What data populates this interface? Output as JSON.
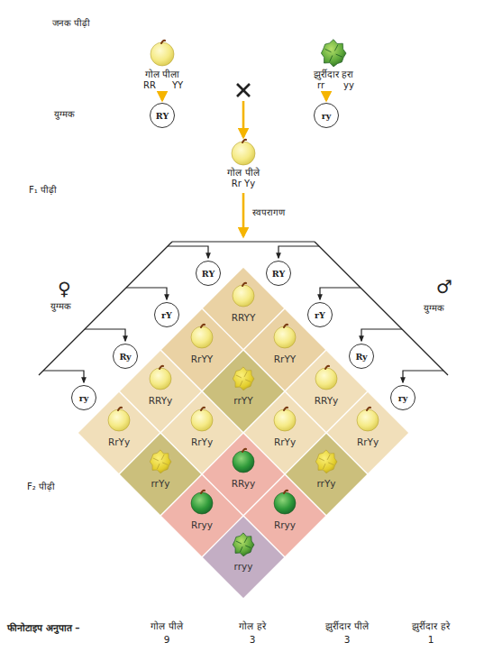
{
  "diagram": {
    "nodes": [
      {
        "text": [
          "RY"
        ]
      },
      {
        "text": [
          "ry"
        ]
      },
      {
        "text": [
          "RY"
        ]
      },
      {
        "text": [
          "rY"
        ]
      },
      {
        "text": [
          "Ry"
        ]
      },
      {
        "text": [
          "ry"
        ]
      },
      {
        "text": [
          "RY"
        ]
      },
      {
        "text": [
          "rY"
        ]
      },
      {
        "text": [
          "Ry"
        ]
      },
      {
        "text": [
          "ry"
        ]
      },
      {
        "text": [
          "RRYY"
        ]
      },
      {
        "text": [
          "RrYY"
        ]
      },
      {
        "text": [
          "RrYY"
        ]
      },
      {
        "text": [
          "RRYy"
        ]
      },
      {
        "text": [
          "rrYY"
        ]
      },
      {
        "text": [
          "RRYy"
        ]
      },
      {
        "text": [
          "RrYy"
        ]
      },
      {
        "text": [
          "RrYy"
        ]
      },
      {
        "text": [
          "RrYy"
        ]
      },
      {
        "text": [
          "RrYy"
        ]
      },
      {
        "text": [
          "rrYy"
        ]
      },
      {
        "text": [
          "RRyy"
        ]
      },
      {
        "text": [
          "rrYy"
        ]
      },
      {
        "text": [
          "Rryy"
        ]
      },
      {
        "text": [
          "Rryy"
        ]
      },
      {
        "text": [
          "rryy"
        ]
      }
    ],
    "labels": [
      "जनक पीढ़ी",
      "गोल पीला",
      "RR",
      "YY",
      "झुर्रीदार  हरा",
      "rr",
      "yy",
      "युग्मक",
      "गोल पीले",
      "Rr Yy",
      "F₁ पीढ़ी",
      "स्वपरागण",
      "♀",
      "युग्मक",
      "♂",
      "युग्मक",
      "F₂ पीढ़ी",
      "फीनोटाइप अनुपात –",
      "गोल पीले",
      "9",
      "गोल हरे",
      "3",
      "झुर्रीदार पीले",
      "3",
      "झुर्रीदार हरे",
      "1"
    ]
  }
}
